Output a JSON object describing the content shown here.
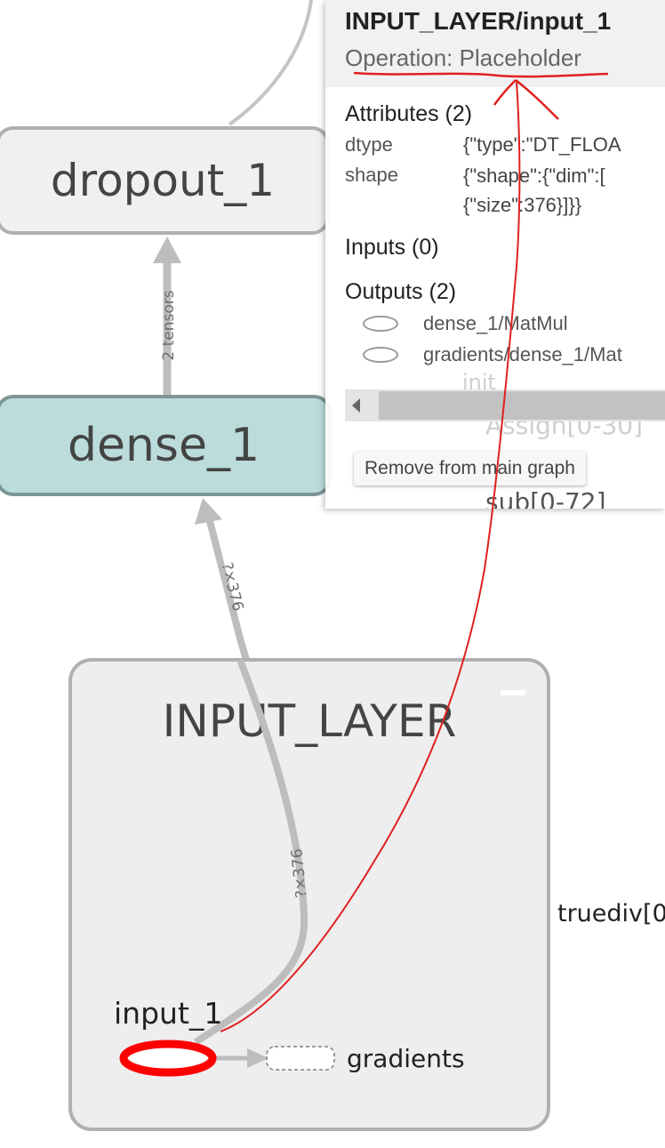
{
  "graph": {
    "nodes": {
      "dropout": "dropout_1",
      "dense": "dense_1",
      "input_group": "INPUT_LAYER",
      "input_op": "input_1",
      "gradients": "gradients",
      "truediv": "truediv[0"
    },
    "edges": {
      "dense_to_dropout": "2 tensors",
      "input_to_dense_upper": "?×376",
      "input_to_dense_lower": "?×376"
    },
    "faded_background": [
      "init",
      "Assign[0-30]",
      "sub[0-72]"
    ],
    "colors": {
      "dense_fill": "#bcdcdc",
      "selection_ring": "#ff0000",
      "annotation": "#e02020"
    }
  },
  "info_card": {
    "title": "INPUT_LAYER/input_1",
    "operation": "Operation: Placeholder",
    "attributes_header": "Attributes (2)",
    "attributes": [
      {
        "key": "dtype",
        "value": [
          "{\"type\":\"DT_FLOA"
        ]
      },
      {
        "key": "shape",
        "value": [
          "{\"shape\":{\"dim\":[",
          "{\"size\":376}]}}"
        ]
      }
    ],
    "inputs_header": "Inputs (0)",
    "outputs_header": "Outputs (2)",
    "outputs": [
      "dense_1/MatMul",
      "gradients/dense_1/Mat"
    ],
    "remove_button": "Remove from main graph"
  }
}
